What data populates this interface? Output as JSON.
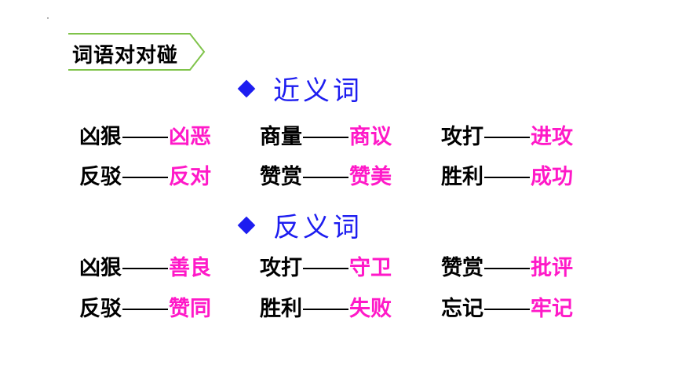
{
  "header": {
    "tag_label": "词语对对碰"
  },
  "colors": {
    "accent": "#1d1df0",
    "answer": "#ff19c8",
    "tag_border": "#7fc34a"
  },
  "sections": [
    {
      "title": "近义词",
      "pairs": [
        {
          "word": "凶狠",
          "answer": "凶恶"
        },
        {
          "word": "商量",
          "answer": "商议"
        },
        {
          "word": "攻打",
          "answer": "进攻"
        },
        {
          "word": "反驳",
          "answer": "反对"
        },
        {
          "word": "赞赏",
          "answer": "赞美"
        },
        {
          "word": "胜利",
          "answer": "成功"
        }
      ]
    },
    {
      "title": "反义词",
      "pairs": [
        {
          "word": "凶狠",
          "answer": "善良"
        },
        {
          "word": "攻打",
          "answer": "守卫"
        },
        {
          "word": "赞赏",
          "answer": "批评"
        },
        {
          "word": "反驳",
          "answer": "赞同"
        },
        {
          "word": "胜利",
          "answer": "失败"
        },
        {
          "word": "忘记",
          "answer": "牢记"
        }
      ]
    }
  ]
}
